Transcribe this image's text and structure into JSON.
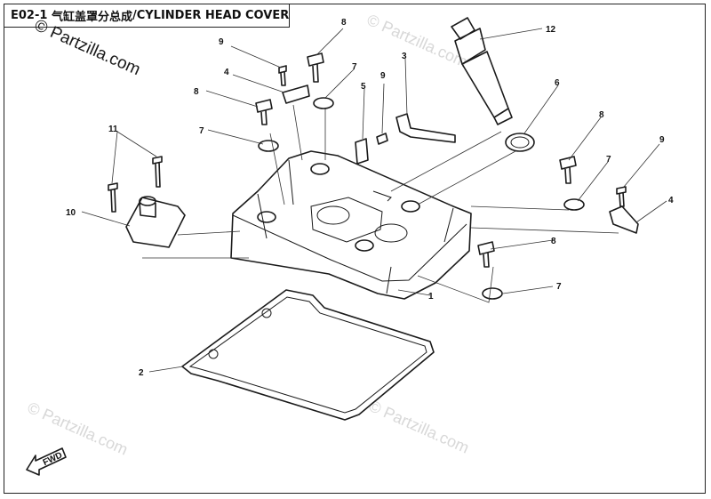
{
  "header": {
    "code": "E02-1",
    "title_cn": "气缸盖罩分总成",
    "title_en": "CYLINDER HEAD COVER"
  },
  "watermark": {
    "text": "© Partzilla.com"
  },
  "fwd_label": "FWD",
  "callouts": {
    "c1": "1",
    "c2": "2",
    "c3": "3",
    "c4a": "4",
    "c4b": "4",
    "c5": "5",
    "c6": "6",
    "c7a": "7",
    "c7b": "7",
    "c7c": "7",
    "c7d": "7",
    "c8a": "8",
    "c8b": "8",
    "c8c": "8",
    "c8d": "8",
    "c9a": "9",
    "c9b": "9",
    "c9c": "9",
    "c10": "10",
    "c11": "11",
    "c12": "12"
  }
}
